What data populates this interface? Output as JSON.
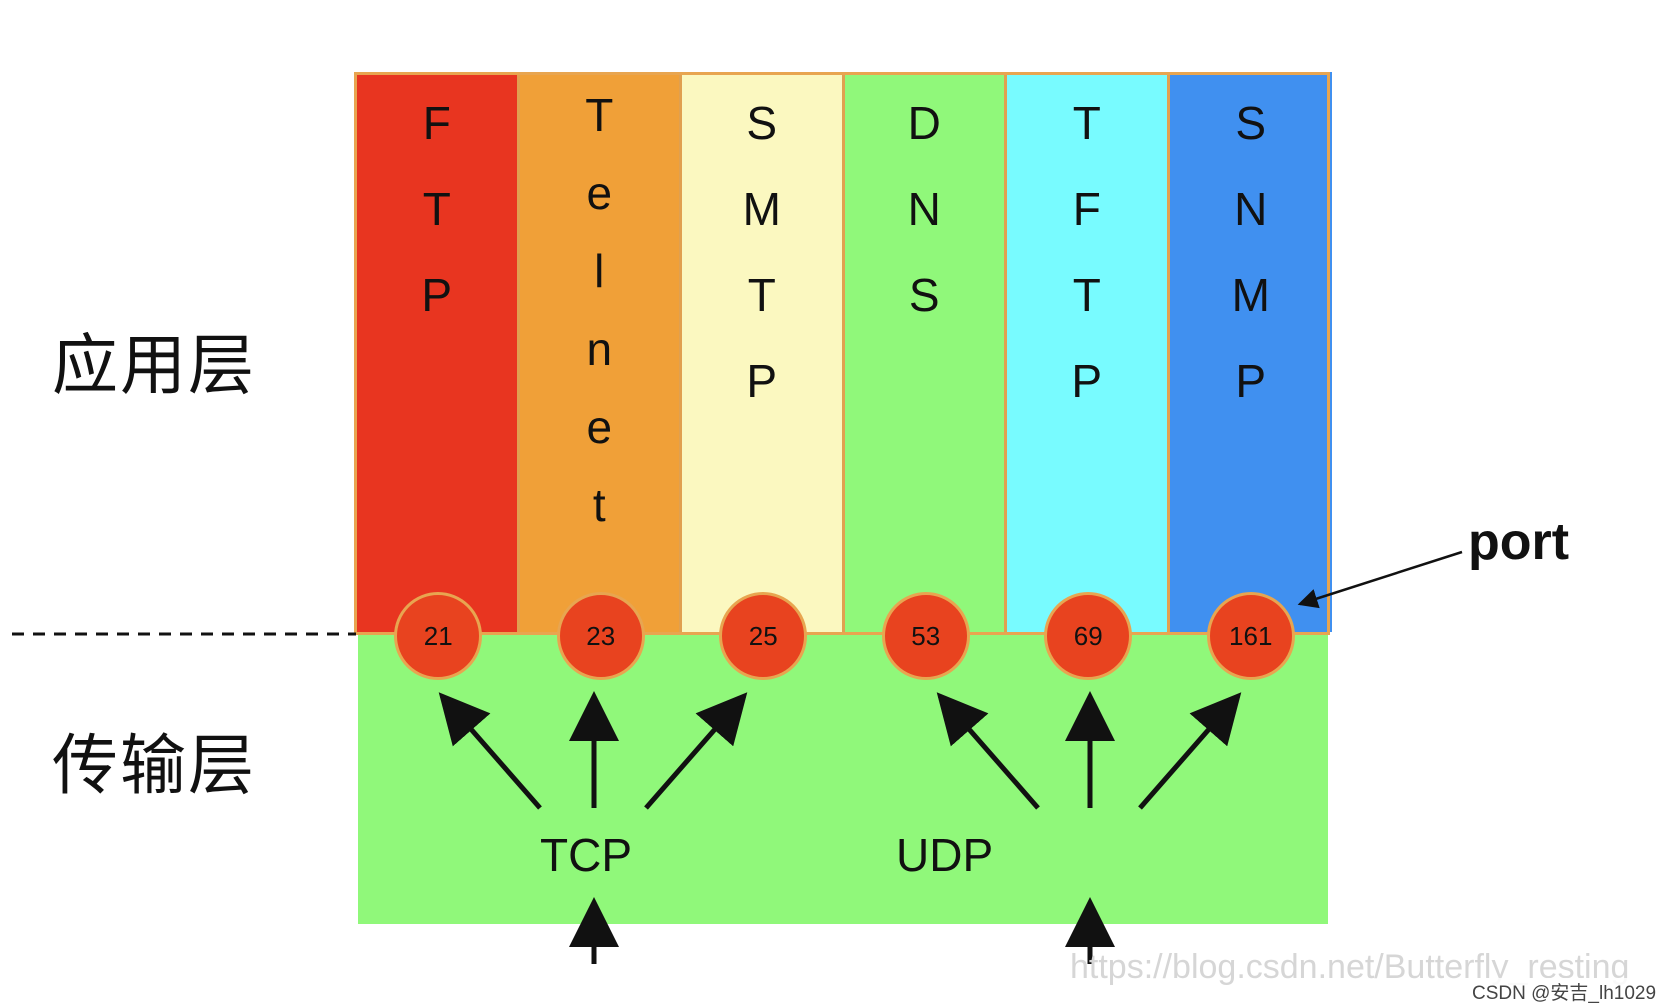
{
  "layers": {
    "application": "应用层",
    "transport": "传输层"
  },
  "protocols": [
    {
      "letters": [
        "F",
        "T",
        "P"
      ],
      "port": "21",
      "color": "#e83520"
    },
    {
      "letters": [
        "T",
        "e",
        "l",
        "n",
        "e",
        "t"
      ],
      "port": "23",
      "color": "#f0a038"
    },
    {
      "letters": [
        "S",
        "M",
        "T",
        "P"
      ],
      "port": "25",
      "color": "#fbf8c0"
    },
    {
      "letters": [
        "D",
        "N",
        "S"
      ],
      "port": "53",
      "color": "#90f87a"
    },
    {
      "letters": [
        "T",
        "F",
        "T",
        "P"
      ],
      "port": "69",
      "color": "#78fbff"
    },
    {
      "letters": [
        "S",
        "N",
        "M",
        "P"
      ],
      "port": "161",
      "color": "#4090f0"
    }
  ],
  "transport": {
    "tcp": "TCP",
    "udp": "UDP",
    "color": "#90f87a"
  },
  "port_label": "port",
  "watermark": "https://blog.csdn.net/Butterfly_resting",
  "credit": "CSDN @安吉_lh1029"
}
